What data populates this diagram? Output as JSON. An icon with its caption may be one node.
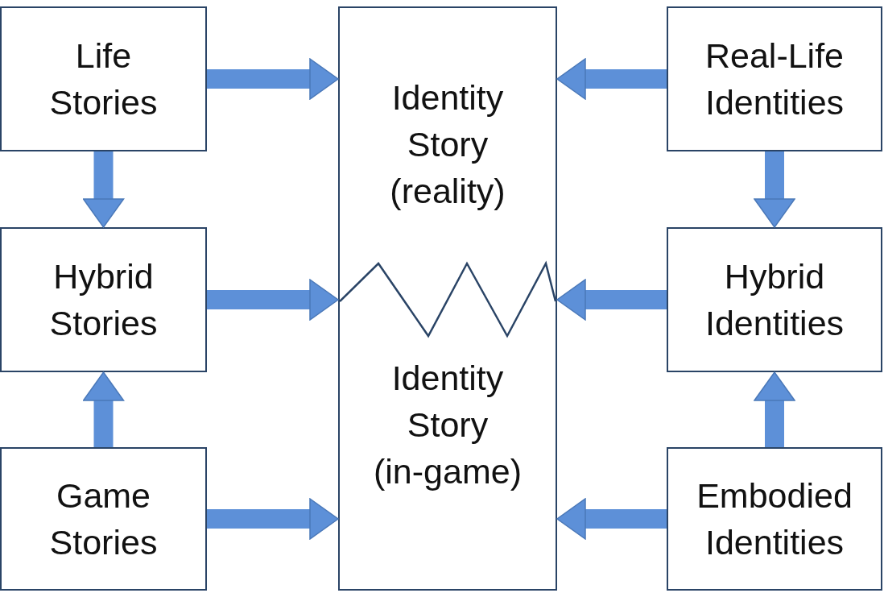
{
  "diagram": {
    "nodes": [
      {
        "text": [
          "Life Stories"
        ]
      },
      {
        "text": [
          "Hybrid Stories"
        ]
      },
      {
        "text": [
          "Game Stories"
        ]
      },
      {
        "text": [
          "Identity Story (reality)",
          "Identity Story (in-game)"
        ]
      },
      {
        "text": [
          "Real-Life Identities"
        ]
      },
      {
        "text": [
          "Hybrid Identities"
        ]
      },
      {
        "text": [
          "Embodied Identities"
        ]
      }
    ],
    "edges": [
      {
        "from": 0,
        "to": 3,
        "arrow": "to"
      },
      {
        "from": 1,
        "to": 3,
        "arrow": "to"
      },
      {
        "from": 2,
        "to": 3,
        "arrow": "to"
      },
      {
        "from": 4,
        "to": 3,
        "arrow": "to"
      },
      {
        "from": 5,
        "to": 3,
        "arrow": "to"
      },
      {
        "from": 6,
        "to": 3,
        "arrow": "to"
      },
      {
        "from": 0,
        "to": 1,
        "arrow": "to"
      },
      {
        "from": 2,
        "to": 1,
        "arrow": "to"
      },
      {
        "from": 4,
        "to": 5,
        "arrow": "to"
      },
      {
        "from": 6,
        "to": 5,
        "arrow": "to"
      }
    ]
  }
}
